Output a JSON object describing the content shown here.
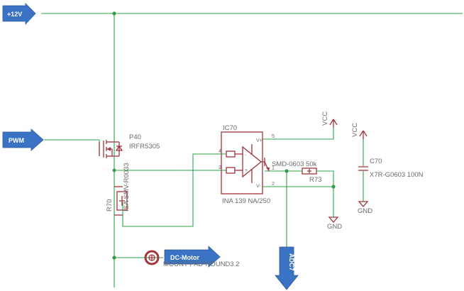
{
  "ports": {
    "v12": "+12V",
    "pwm": "PWM",
    "motor": "DC-Motor",
    "adc": "ADC7"
  },
  "mosfet": {
    "ref": "P40",
    "value": "IRFR5305"
  },
  "shunt": {
    "ref": "R70",
    "value": "ISA SMV-R0033"
  },
  "amp": {
    "ref": "IC70",
    "value": "INA 139 NA/250",
    "pin_vplus": "V+",
    "pin_vminus": "V-",
    "pin4": "4",
    "pin3": "3",
    "pin5": "5",
    "pin1": "1",
    "pin2": "2"
  },
  "r73": {
    "ref": "R73",
    "value": "SMD-0603 50k"
  },
  "c70": {
    "ref": "C70",
    "value": "X7R-G0603 100N"
  },
  "mount": {
    "value": "MOUNT-PAD-ROUND3.2"
  },
  "power": {
    "vcc1": "VCC",
    "vcc2": "VCC",
    "gnd1": "GND",
    "gnd2": "GND"
  },
  "colors": {
    "wire": "#2ea04a",
    "part": "#a0353a",
    "port": "#3a73c4",
    "text": "#6b6b6b"
  }
}
